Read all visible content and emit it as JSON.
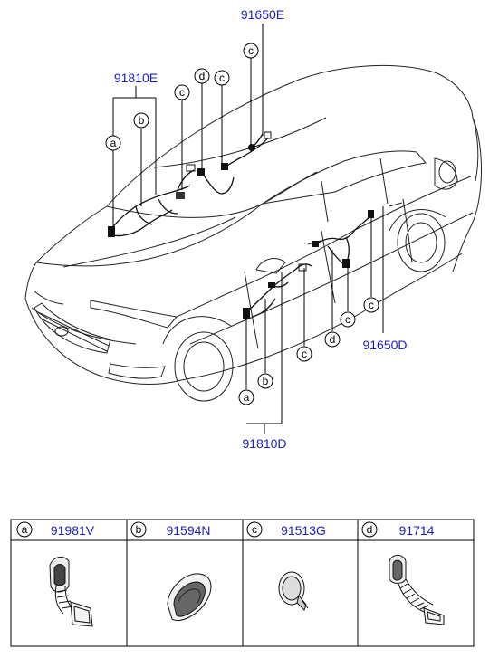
{
  "diagram": {
    "part_labels": {
      "top": "91650E",
      "left": "91810E",
      "bottom": "91810D",
      "right": "91650D"
    },
    "callout_letters": [
      "a",
      "b",
      "c",
      "d"
    ]
  },
  "legend": {
    "items": [
      {
        "letter": "a",
        "part": "91981V"
      },
      {
        "letter": "b",
        "part": "91594N"
      },
      {
        "letter": "c",
        "part": "91513G"
      },
      {
        "letter": "d",
        "part": "91714"
      }
    ]
  }
}
